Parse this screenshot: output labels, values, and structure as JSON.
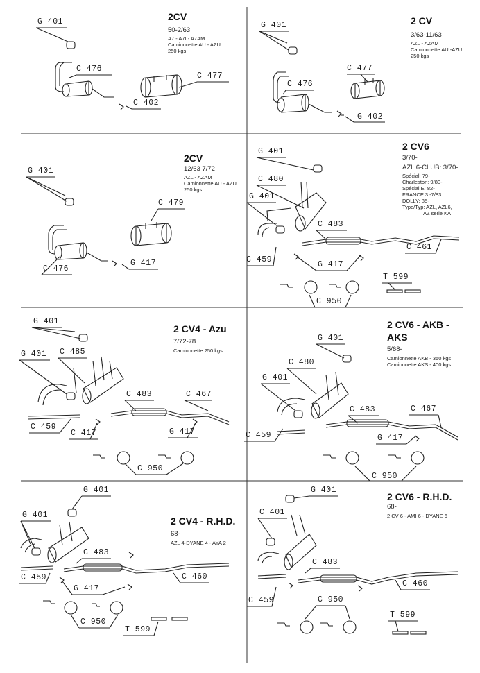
{
  "panels": [
    {
      "title": "2CV",
      "lines": [
        "50-2/63",
        "A7 - A7I - A7AM",
        "Camionnette AU - AZU",
        "250 kgs"
      ],
      "labels": [
        "G 401",
        "C 476",
        "C 477",
        "C 402"
      ]
    },
    {
      "title": "2 CV",
      "lines": [
        "3/63-11/63",
        "AZL - AZAM",
        "Camionnette AU -AZU",
        "250 kgs"
      ],
      "labels": [
        "G 401",
        "C 477",
        "C 476",
        "G 402"
      ]
    },
    {
      "title": "2CV",
      "lines": [
        "12/63 7/72",
        "AZL - AZAM",
        "Camionnette AU - AZU",
        "250 kgs"
      ],
      "labels": [
        "G 401",
        "C 479",
        "C 476",
        "G 417"
      ]
    },
    {
      "title": "2 CV6",
      "lines": [
        "3/70-",
        "AZL 6-CLUB: 3/70-",
        "Spécial: 79-",
        "Charleston: 9/80-",
        "Spécial E: 82-",
        "FRANCE 3:-7/83",
        "DOLLY: 85-",
        "Type/Typ: AZL, AZL6,",
        "AZ serie KA"
      ],
      "labels": [
        "G 401",
        "C 480",
        "G 401",
        "C 483",
        "C 461",
        "C 459",
        "G 417",
        "T 599",
        "C 950"
      ]
    },
    {
      "title": "2 CV4 - Azu",
      "lines": [
        "7/72-78",
        "Camionnette 250 kgs"
      ],
      "labels": [
        "G 401",
        "G 401",
        "C 485",
        "C 483",
        "C 467",
        "C 459",
        "C 417",
        "G 417",
        "C 950"
      ]
    },
    {
      "title": "2 CV6 - AKB -",
      "title2": "AKS",
      "lines": [
        "5/68-",
        "Camionnette AKB - 350 kgs",
        "Camionnette AKS - 400 kgs"
      ],
      "labels": [
        "G 401",
        "C 480",
        "G 401",
        "C 483",
        "C 467",
        "C 459",
        "G 417",
        "C 950"
      ]
    },
    {
      "title": "2 CV4 - R.H.D.",
      "lines": [
        "68-",
        "AZL 4-DYANE 4 - AYA 2"
      ],
      "labels": [
        "G 401",
        "G 401",
        "C 483",
        "C 460",
        "C 459",
        "G 417",
        "C 950",
        "T 599"
      ]
    },
    {
      "title": "2 CV6 - R.H.D.",
      "lines": [
        "68-",
        "2 CV 6 - AMI 6 - DYANE 6"
      ],
      "labels": [
        "G 401",
        "C 401",
        "C 483",
        "C 460",
        "C 459",
        "C 950",
        "T 599"
      ]
    }
  ]
}
